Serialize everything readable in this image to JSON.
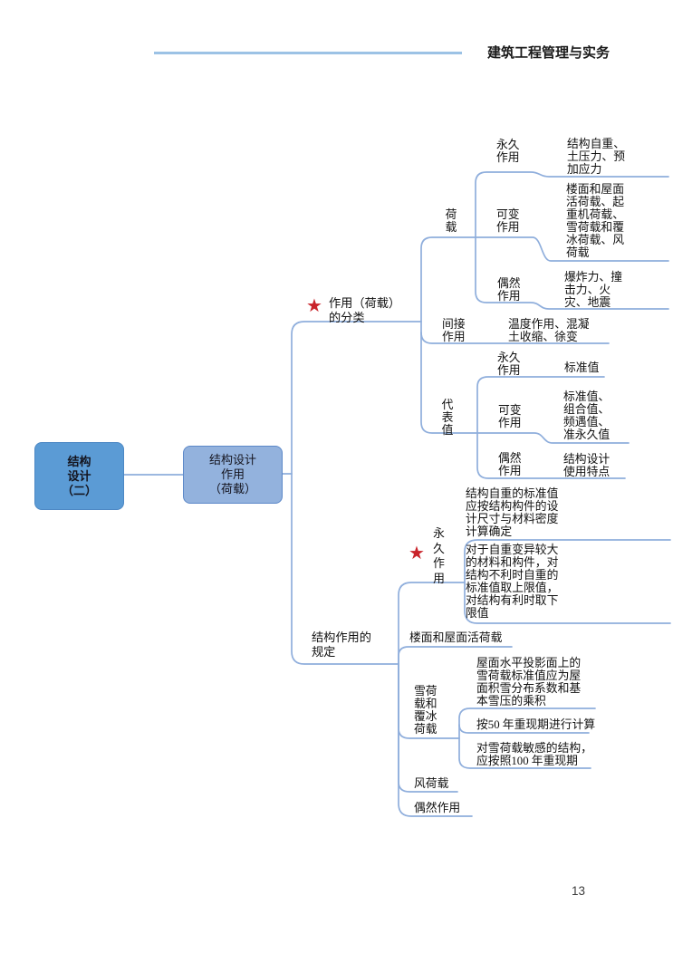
{
  "page": {
    "header_title": "建筑工程管理与实务",
    "page_number": "13"
  },
  "colors": {
    "root_fill": "#5B9BD5",
    "hub_fill": "#93B2DD",
    "hub_border": "#5c88c8",
    "connector_line": "#8FAEDC",
    "header_rule": "#9CC2E5",
    "star_red": "#C9242B"
  },
  "icons": {
    "star": "★"
  },
  "mindmap": {
    "root_label": "结构\n设计\n（二）",
    "hub_label": "结构设计\n作用\n（荷载）",
    "branch1": {
      "label": "作用（荷载）\n的分类",
      "hezai": {
        "label": "荷\n载",
        "children": [
          {
            "label": "永久\n作用",
            "leaf": "结构自重、\n土压力、预\n加应力"
          },
          {
            "label": "可变\n作用",
            "leaf": "楼面和屋面\n活荷载、起\n重机荷载、\n雪荷载和覆\n冰荷载、风\n荷载"
          },
          {
            "label": "偶然\n作用",
            "leaf": "爆炸力、撞\n击力、火\n灾、地震"
          }
        ]
      },
      "jianjie": {
        "label": "间接\n作用",
        "leaf": "温度作用、混凝\n土收缩、徐变"
      },
      "daibiaozhi": {
        "label": "代\n表\n值",
        "children": [
          {
            "label": "永久\n作用",
            "leaf": "标准值"
          },
          {
            "label": "可变\n作用",
            "leaf": "标准值、\n组合值、\n频遇值、\n准永久值"
          },
          {
            "label": "偶然\n作用",
            "leaf": "结构设计\n使用特点"
          }
        ]
      }
    },
    "branch2": {
      "label": "结构作用的\n规定",
      "yongjiu": {
        "label": "永\n久\n作\n用",
        "leaves": [
          "结构自重的标准值\n应按结构构件的设\n计尺寸与材料密度\n计算确定",
          "对于自重变异较大\n的材料和构件，对\n结构不利时自重的\n标准值取上限值，\n对结构有利时取下\n限值"
        ]
      },
      "loumian": {
        "leaf": "楼面和屋面活荷载"
      },
      "xuehezai": {
        "label": "雪荷\n载和\n覆冰\n荷载",
        "leaves": [
          "屋面水平投影面上的\n雪荷载标准值应为屋\n面积雪分布系数和基\n本雪压的乘积",
          "按50 年重现期进行计算",
          "对雪荷载敏感的结构，\n应按照100 年重现期"
        ]
      },
      "fenghezai": {
        "leaf": "风荷载"
      },
      "ouran": {
        "leaf": "偶然作用"
      }
    }
  }
}
